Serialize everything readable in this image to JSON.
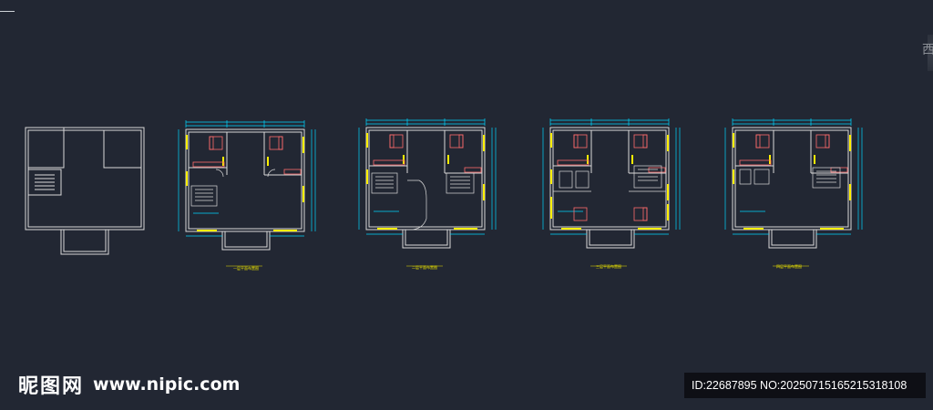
{
  "viewport": {
    "background": "#222733"
  },
  "colors": {
    "wall": "#d9d9d9",
    "dimension": "#00d7ff",
    "furniture": "#ff6b6b",
    "window": "#ffef00",
    "title": "#e8e000"
  },
  "viewcube": {
    "label": "西"
  },
  "plans": [
    {
      "id": "outline",
      "title": ""
    },
    {
      "id": "floor-1",
      "title": "一层平面布置图"
    },
    {
      "id": "floor-2",
      "title": "二层平面布置图"
    },
    {
      "id": "floor-3",
      "title": "三层平面布置图"
    },
    {
      "id": "floor-4",
      "title": "四层平面布置图"
    }
  ],
  "watermark": {
    "brand": "昵图网",
    "url": "www.nipic.com",
    "id_text": "ID:22687895 NO:20250715165215318108"
  }
}
